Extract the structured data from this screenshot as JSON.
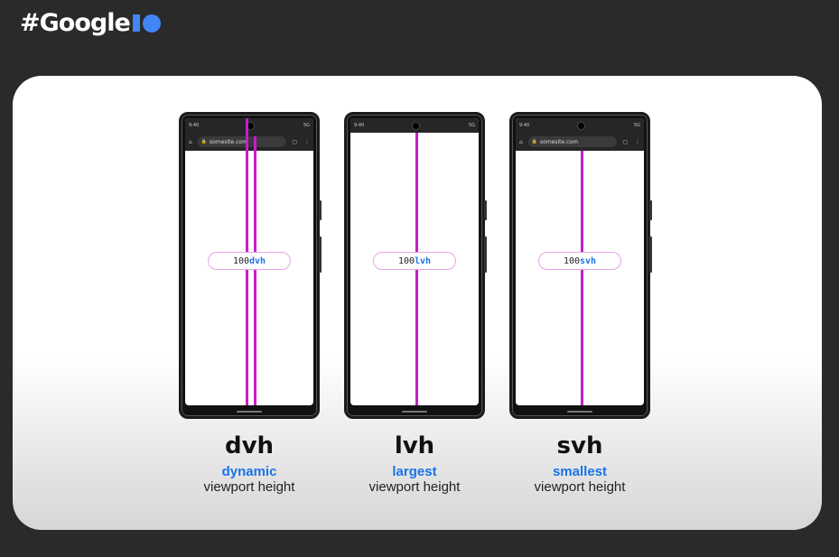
{
  "brand": {
    "hashtag": "#Google"
  },
  "phones": [
    {
      "status_time": "9:40",
      "status_right": "5G",
      "url": "somesite.com",
      "value": "100",
      "unit": "dvh",
      "title": "dvh",
      "word": "dynamic",
      "sub": "viewport height"
    },
    {
      "status_time": "9:40",
      "status_right": "5G",
      "url": "",
      "value": "100",
      "unit": "lvh",
      "title": "lvh",
      "word": "largest",
      "sub": "viewport height"
    },
    {
      "status_time": "9:40",
      "status_right": "5G",
      "url": "somesite.com",
      "value": "100",
      "unit": "svh",
      "title": "svh",
      "word": "smallest",
      "sub": "viewport height"
    }
  ],
  "colors": {
    "accent": "#1a73e8",
    "line": "#c31fc9",
    "google_blue": "#4285f4"
  }
}
